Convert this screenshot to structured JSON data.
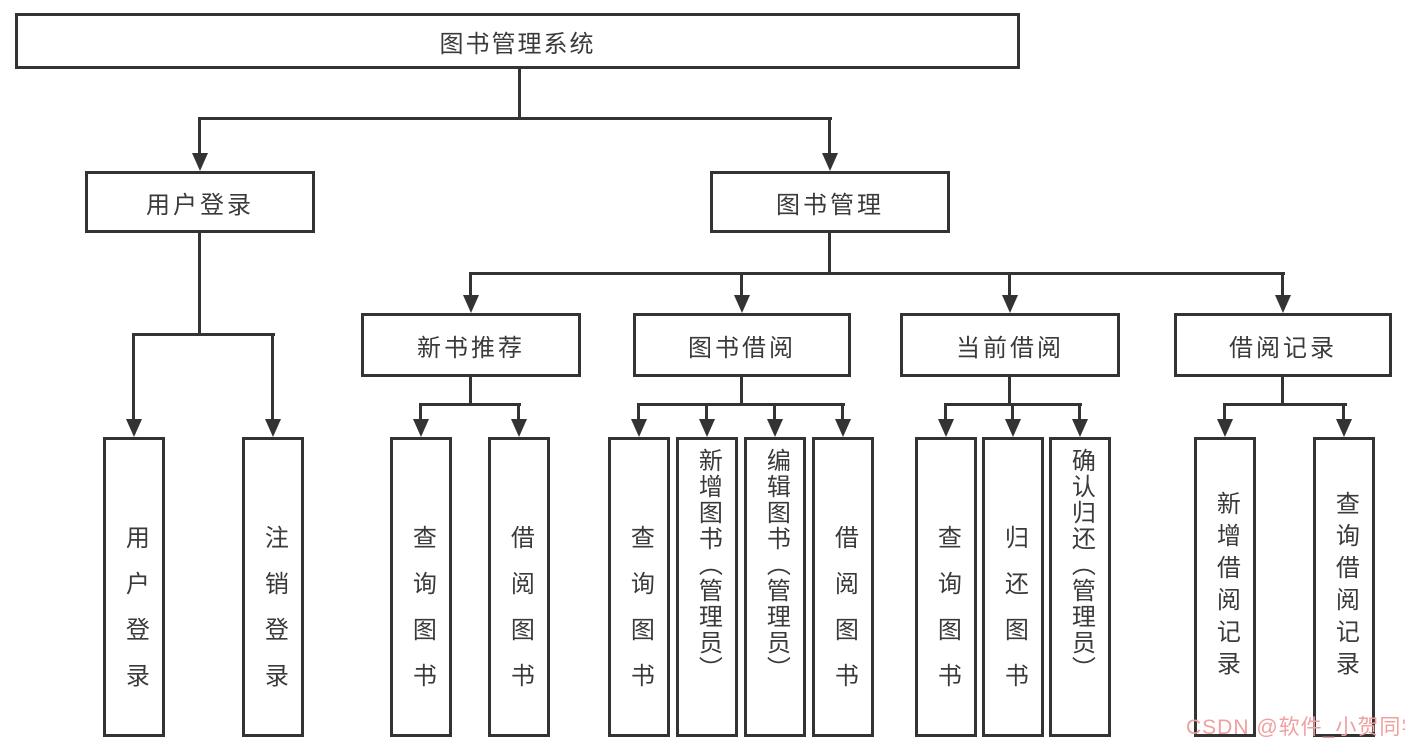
{
  "diagram": {
    "root": "图书管理系统",
    "level1": {
      "user_login": "用户登录",
      "book_management": "图书管理"
    },
    "level2": {
      "new_book_recommend": "新书推荐",
      "book_borrowing": "图书借阅",
      "current_borrowing": "当前借阅",
      "borrowing_records": "借阅记录"
    },
    "leaves": {
      "user_login": [
        "用户登录",
        "注销登录"
      ],
      "new_book_recommend": [
        "查询图书",
        "借阅图书"
      ],
      "book_borrowing": [
        "查询图书",
        "新增图书（管理员）",
        "编辑图书（管理员）",
        "借阅图书"
      ],
      "current_borrowing": [
        "查询图书",
        "归还图书",
        "确认归还（管理员）"
      ],
      "borrowing_records": [
        "新增借阅记录",
        "查询借阅记录"
      ]
    }
  },
  "watermark": "CSDN @软件_小贺同学",
  "colors": {
    "line": "#333333",
    "text": "#3a3a3a",
    "watermark": "#efa0a0",
    "background": "#ffffff"
  }
}
